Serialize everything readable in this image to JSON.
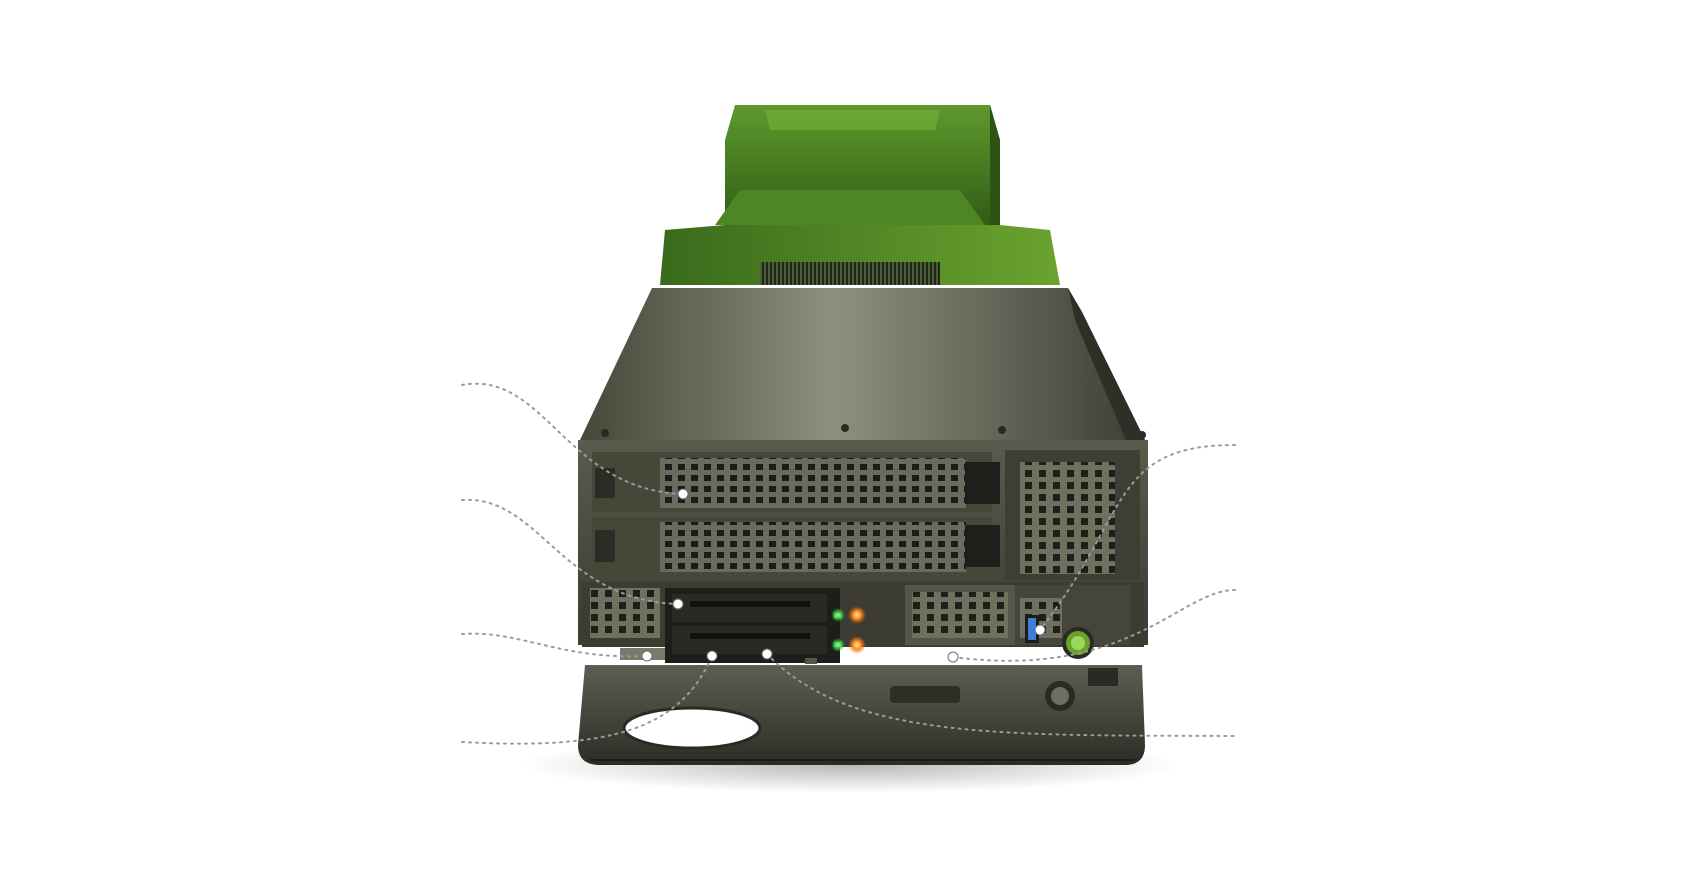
{
  "colors": {
    "background": "#ffffff",
    "chassis_top": "#5b5b4f",
    "chassis_front": "#4a4a40",
    "accent_green": "#6aa12e",
    "led_green": "#3fd24a",
    "led_orange": "#ff8a1c",
    "usb_blue": "#3b7fd8",
    "callout_line": "#9a9a9a"
  },
  "icons": {
    "status_led": "led-icon",
    "usb_port": "usb-port-icon",
    "power_button": "power-button-icon"
  },
  "callouts": [
    {
      "id": "pcie-slot-top"
    },
    {
      "id": "pcie-slot-bottom"
    },
    {
      "id": "drive-bay"
    },
    {
      "id": "drive-latch"
    },
    {
      "id": "drive-slot-left"
    },
    {
      "id": "drive-slot-right"
    },
    {
      "id": "usb-port"
    },
    {
      "id": "io-panel"
    },
    {
      "id": "power-button"
    }
  ]
}
